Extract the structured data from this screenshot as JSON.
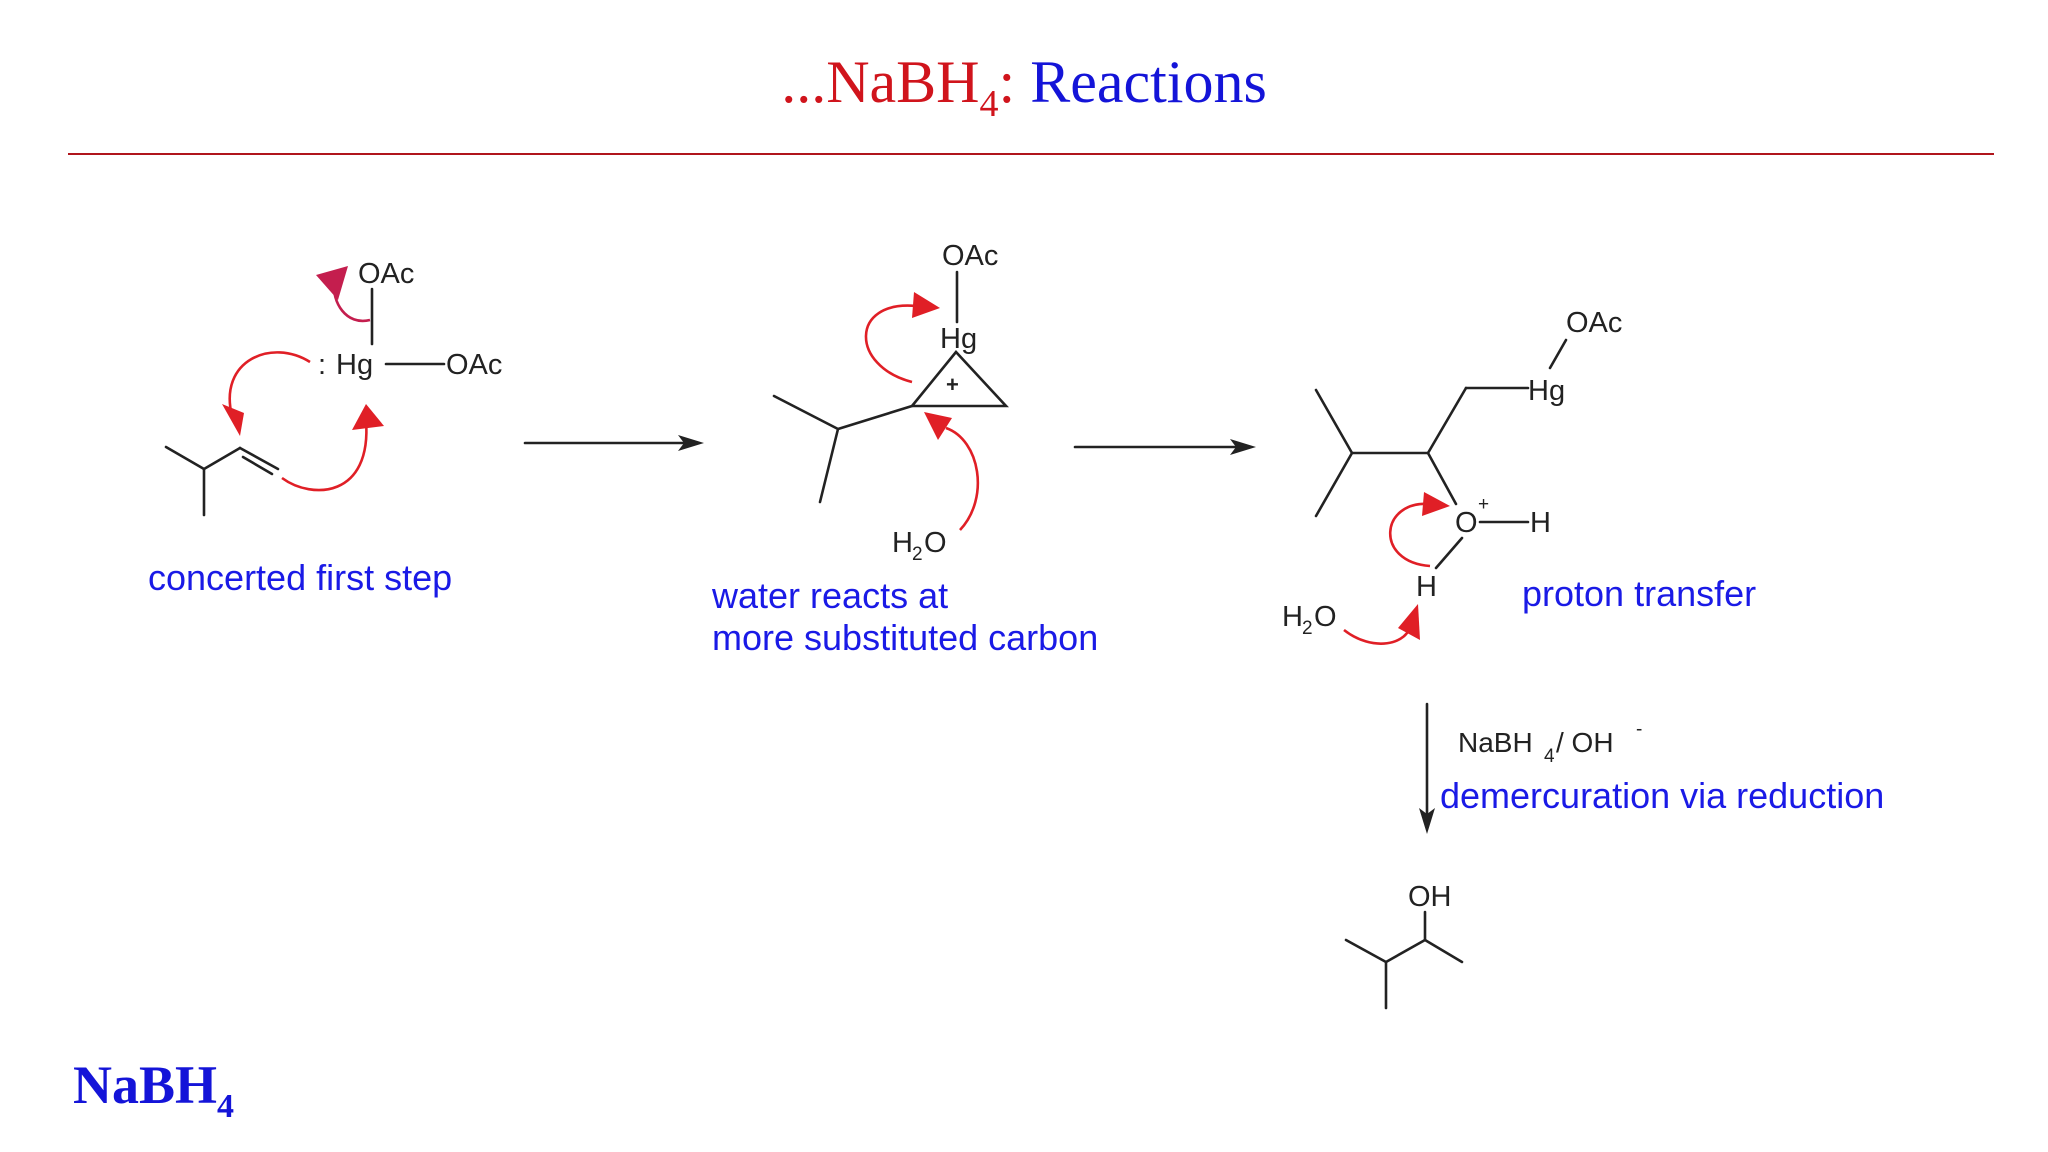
{
  "title": {
    "prefix": "...NaBH",
    "prefix_sub": "4",
    "colon": ":",
    "main": " Reactions",
    "prefix_color": "#d0141c",
    "main_color": "#1414d8"
  },
  "step1": {
    "oac_top": "OAc",
    "colon_dots": ":",
    "hg": "Hg",
    "oac_right": "OAc",
    "caption": "concerted first step"
  },
  "step2": {
    "oac": "OAc",
    "hg": "Hg",
    "plus": "+",
    "water_h": "H",
    "water_sub": "2",
    "water_o": "O",
    "caption_line1": "water reacts at",
    "caption_line2": "more substituted carbon"
  },
  "step3": {
    "oac": "OAc",
    "hg": "Hg",
    "o": "O",
    "o_charge": "+",
    "h_right": "H",
    "h_bottom": "H",
    "water_h": "H",
    "water_sub": "2",
    "water_o": "O",
    "caption": "proton transfer"
  },
  "step4": {
    "reagent_main": "NaBH",
    "reagent_sub": "4",
    "reagent_rest": " / OH",
    "reagent_sup": "-",
    "caption": "demercuration via reduction",
    "product_oh": "OH"
  },
  "footer": {
    "label": "NaBH",
    "label_sub": "4"
  },
  "colors": {
    "caption_blue": "#1a1ae6",
    "arrow_red": "#e01f26",
    "rule": "#b0151c"
  }
}
